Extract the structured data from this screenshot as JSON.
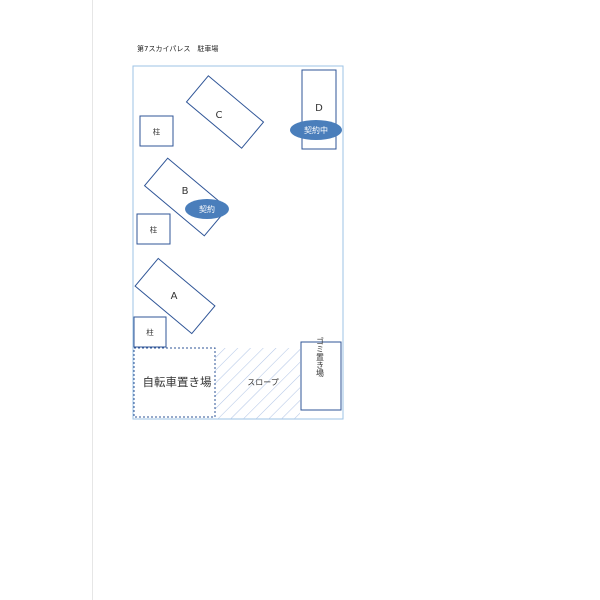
{
  "title": "第7スカイパレス　駐車場",
  "colors": {
    "outline": "#2f5597",
    "boundary": "#9dc3e6",
    "badge_fill": "#4a7ebb",
    "badge_text": "#ffffff",
    "text": "#333333",
    "hatch": "#b4c7e7"
  },
  "spaces": [
    {
      "label": "A",
      "status": ""
    },
    {
      "label": "B",
      "status": "契約"
    },
    {
      "label": "C",
      "status": ""
    },
    {
      "label": "D",
      "status": "契約中"
    }
  ],
  "pillars": [
    {
      "label": "柱"
    },
    {
      "label": "柱"
    },
    {
      "label": "柱"
    }
  ],
  "bicycle_parking": {
    "label": "自転車置き場"
  },
  "slope": {
    "label": "スロープ"
  },
  "garbage": {
    "label": "ゴミ置き場"
  }
}
